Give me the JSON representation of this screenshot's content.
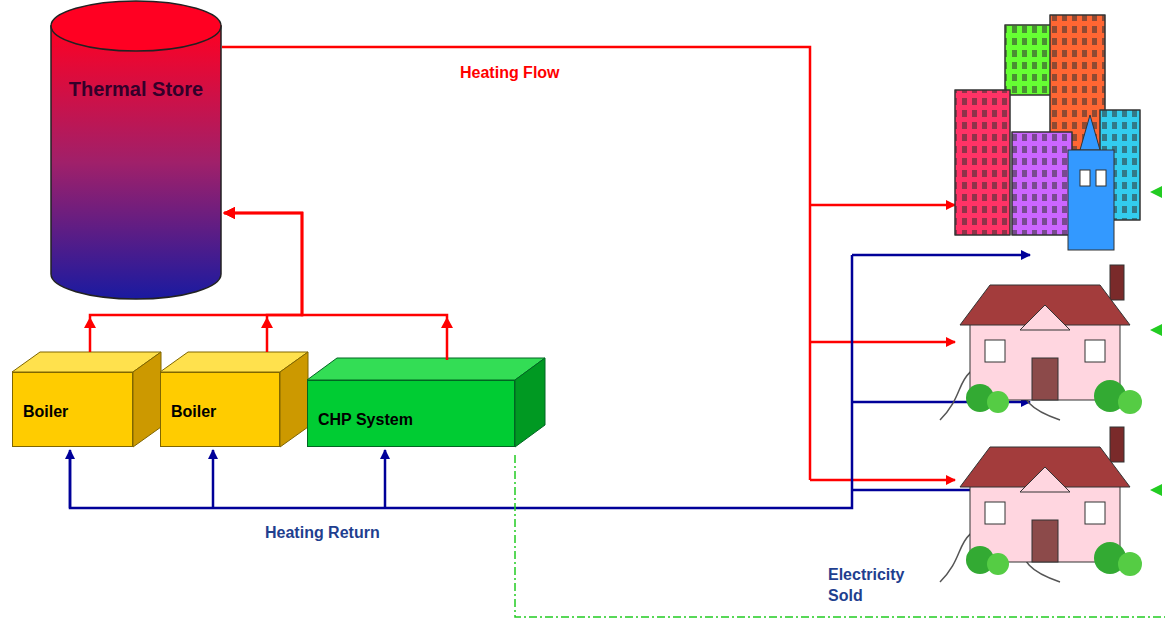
{
  "diagram": {
    "nodes": [
      {
        "text": [
          "Thermal Store"
        ]
      },
      {
        "text": [
          "Boiler"
        ]
      },
      {
        "text": [
          "Boiler"
        ]
      },
      {
        "text": [
          "CHP System"
        ]
      }
    ],
    "edges": [
      {
        "from": 1,
        "to": 0,
        "arrow": "to"
      },
      {
        "from": 2,
        "to": 0,
        "arrow": "to"
      },
      {
        "from": 3,
        "to": 0,
        "arrow": "to"
      }
    ],
    "labels": [
      "Heating Flow",
      "Heating Return",
      "Electricity Sold"
    ]
  }
}
